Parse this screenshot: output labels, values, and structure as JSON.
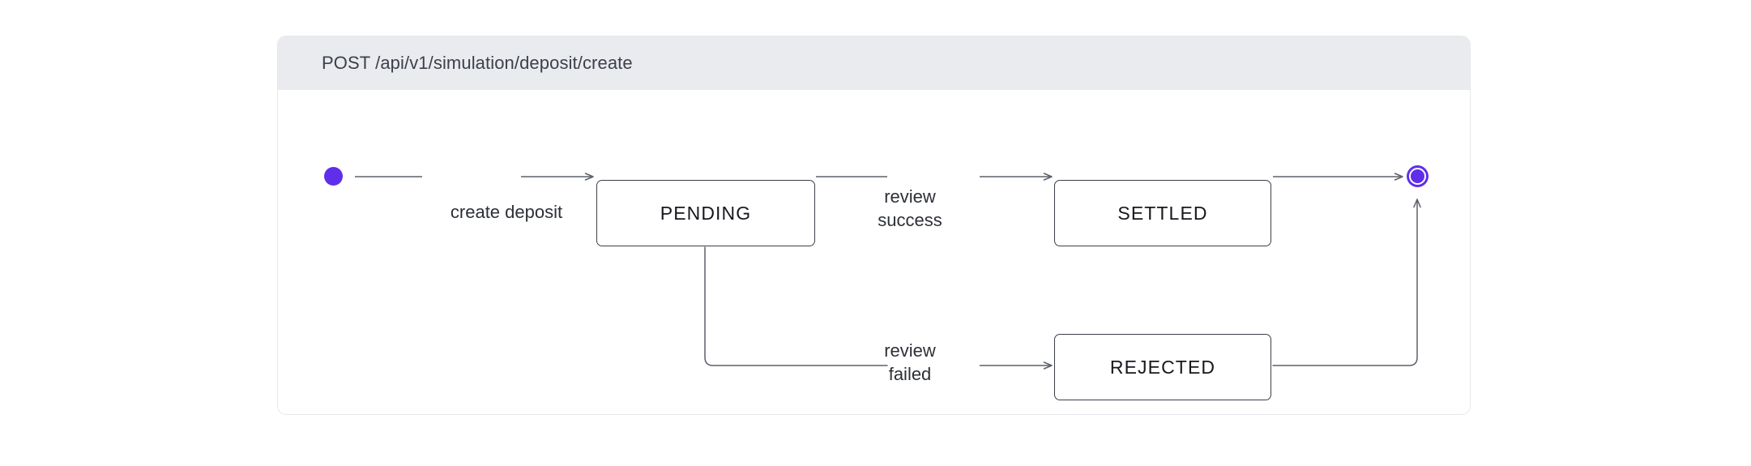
{
  "card": {
    "header_label": "POST /api/v1/simulation/deposit/create",
    "method": "POST",
    "path": "/api/v1/simulation/deposit/create",
    "header_bg": "#e9ebef",
    "body_bg": "#ffffff",
    "border_color": "#e6e8ec"
  },
  "colors": {
    "accent_purple": "#5f2eea",
    "edge_stroke": "#5b6068",
    "box_border": "#3b4048",
    "text": "#16181d"
  },
  "diagram": {
    "type": "state-machine",
    "nodes": [
      {
        "id": "start",
        "kind": "initial-state",
        "label": ""
      },
      {
        "id": "PENDING",
        "kind": "state",
        "label": "PENDING"
      },
      {
        "id": "SETTLED",
        "kind": "state",
        "label": "SETTLED"
      },
      {
        "id": "REJECTED",
        "kind": "state",
        "label": "REJECTED"
      },
      {
        "id": "end",
        "kind": "final-state",
        "label": ""
      }
    ],
    "edges": [
      {
        "id": "e1",
        "from": "start",
        "to": "PENDING",
        "label": "create deposit",
        "lines": [
          "create deposit"
        ]
      },
      {
        "id": "e2",
        "from": "PENDING",
        "to": "SETTLED",
        "label": "review success",
        "lines": [
          "review",
          "success"
        ]
      },
      {
        "id": "e3",
        "from": "PENDING",
        "to": "REJECTED",
        "label": "review failed",
        "lines": [
          "review",
          "failed"
        ]
      },
      {
        "id": "e4",
        "from": "SETTLED",
        "to": "end",
        "label": "",
        "lines": []
      },
      {
        "id": "e5",
        "from": "REJECTED",
        "to": "end",
        "label": "",
        "lines": []
      }
    ],
    "labels": {
      "create_deposit": "create deposit",
      "review_success_line1": "review",
      "review_success_line2": "success",
      "review_failed_line1": "review",
      "review_failed_line2": "failed"
    },
    "states": {
      "pending": "PENDING",
      "settled": "SETTLED",
      "rejected": "REJECTED"
    }
  }
}
